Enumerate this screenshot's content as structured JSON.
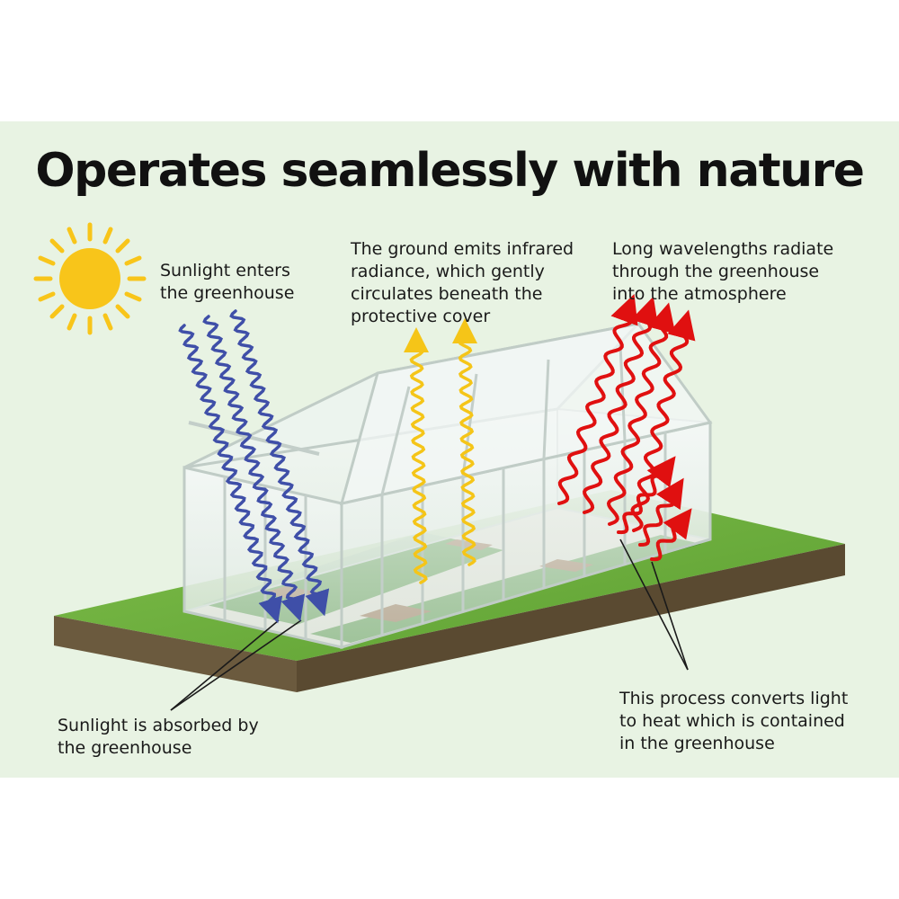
{
  "title": "Operates seamlessly with nature",
  "captions": {
    "sunlight_enters": [
      "Sunlight enters",
      "the greenhouse"
    ],
    "ground_emits": [
      "The ground emits infrared",
      "radiance, which gently",
      "circulates beneath the",
      "protective cover"
    ],
    "long_wavelengths": [
      "Long wavelengths radiate",
      "through the greenhouse",
      "into the atmosphere"
    ],
    "absorbed": [
      "Sunlight is absorbed by",
      "the greenhouse"
    ],
    "converts": [
      "This process converts light",
      "to heat which is contained",
      "in the greenhouse"
    ]
  },
  "colors": {
    "background": "#e8f3e3",
    "sun": "#f8c51a",
    "sunlight_waves": "#3f4fa8",
    "infrared_waves": "#f5c518",
    "heat_waves": "#e01010",
    "grass": "#6aa83c",
    "soil": "#6b5a3e"
  },
  "icons": [
    "sun-icon"
  ]
}
